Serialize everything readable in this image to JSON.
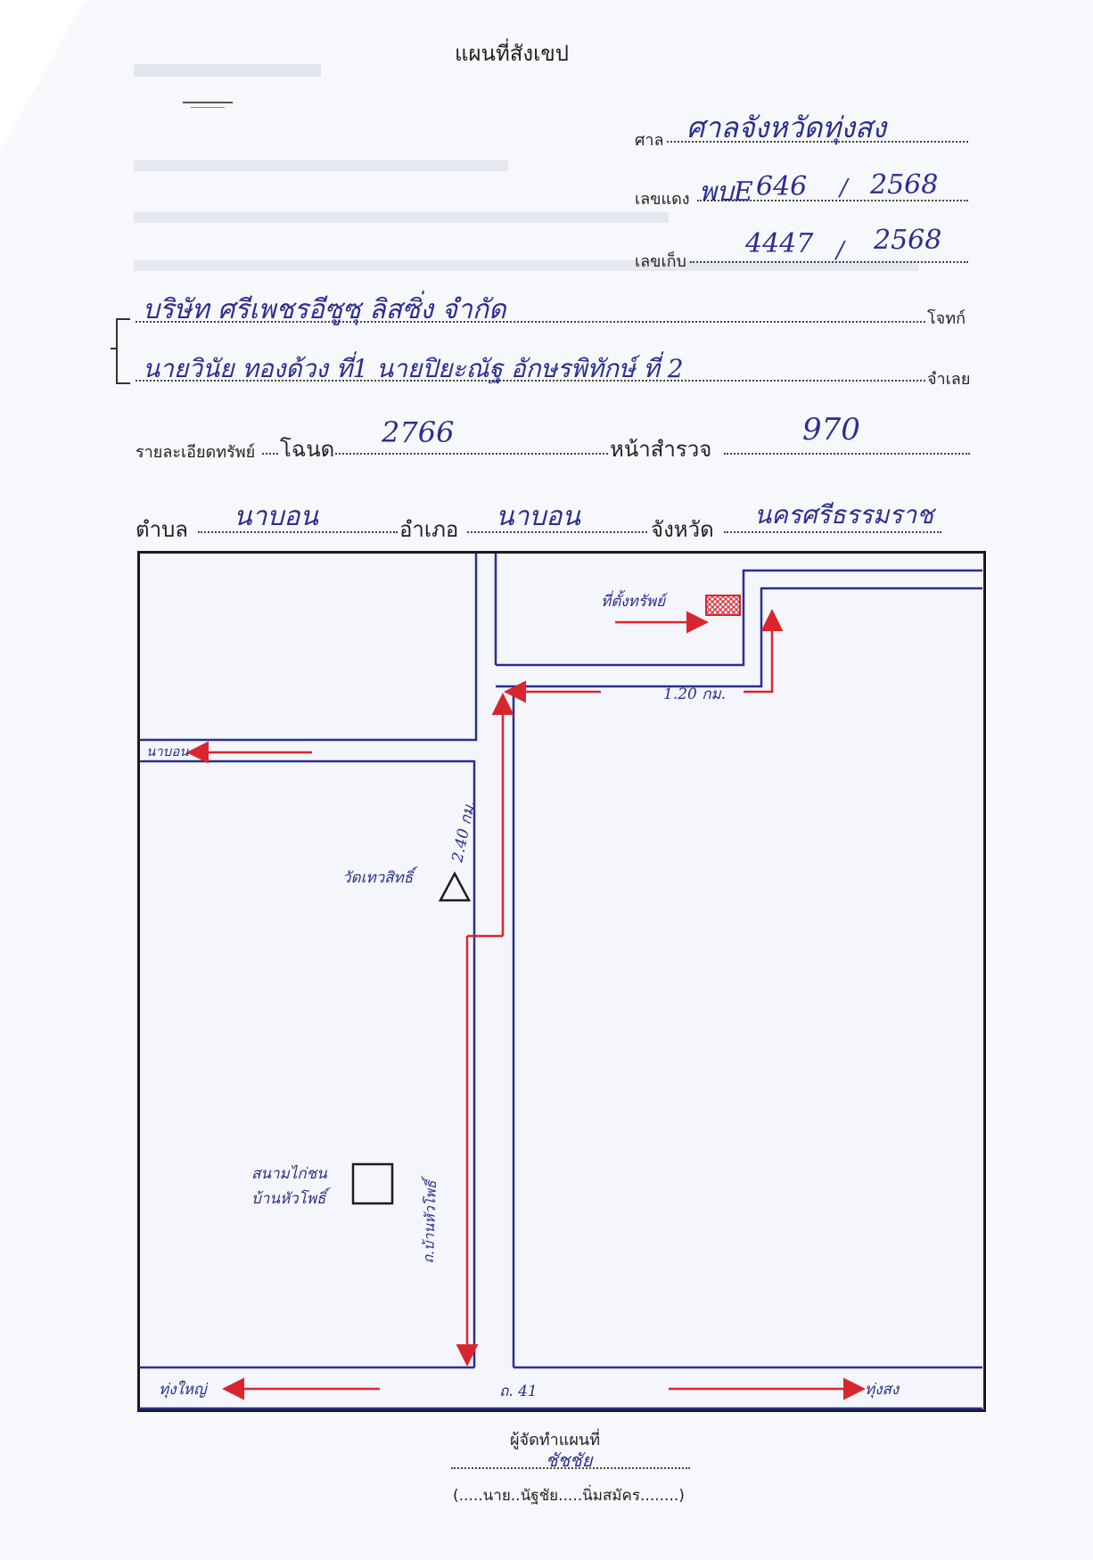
{
  "title": "แผนที่สังเขป",
  "court": {
    "label": "ศาล",
    "value": "ศาลจังหวัดทุ่งสง"
  },
  "red_case": {
    "label": "เลขแดง",
    "prefix": "พบE",
    "number": "646",
    "year": "2568"
  },
  "archive_no": {
    "label": "เลขเก็บ",
    "number": "4447",
    "year": "2568"
  },
  "plaintiff": {
    "value": "บริษัท ศรีเพชรอีซูซุ ลิสซิ่ง จำกัด",
    "label": "โจทก์"
  },
  "defendant": {
    "value": "นายวินัย ทองด้วง ที่1 นายปิยะณัฐ อักษรพิทักษ์ ที่ 2",
    "label": "จำเลย"
  },
  "property": {
    "detail_label": "รายละเอียดทรัพย์",
    "deed_label": "โฉนด",
    "deed_value": "2766",
    "survey_label": "หน้าสำรวจ",
    "survey_value": "970",
    "subdistrict_label": "ตำบล",
    "subdistrict_value": "นาบอน",
    "district_label": "อำเภอ",
    "district_value": "นาบอน",
    "province_label": "จังหวัด",
    "province_value": "นครศรีธรรมราช"
  },
  "map": {
    "property_label": "ที่ตั้งทรัพย์",
    "distance_1": "1.20 กม.",
    "distance_2": "2.40 กม.",
    "road_local": "ถ.บ้านหัวโพธิ์",
    "road_main": "ถ. 41",
    "to_nabon": "นาบอน",
    "to_thungyai": "ทุ่งใหญ่",
    "to_thungsong": "ทุ่งสง",
    "temple": "วัดเทวสิทธิ์",
    "cockpit_line1": "สนามไก่ชน",
    "cockpit_line2": "บ้านหัวโพธิ์",
    "colors": {
      "road": "#2a2f8f",
      "arrow": "#d9262e",
      "frame": "#1b1b1b"
    }
  },
  "footer": {
    "label": "ผู้จัดทำแผนที่",
    "signature": "ชัชชัย",
    "name": "(.....นาย..นัฐชัย.....นิ่มสมัคร........)"
  }
}
